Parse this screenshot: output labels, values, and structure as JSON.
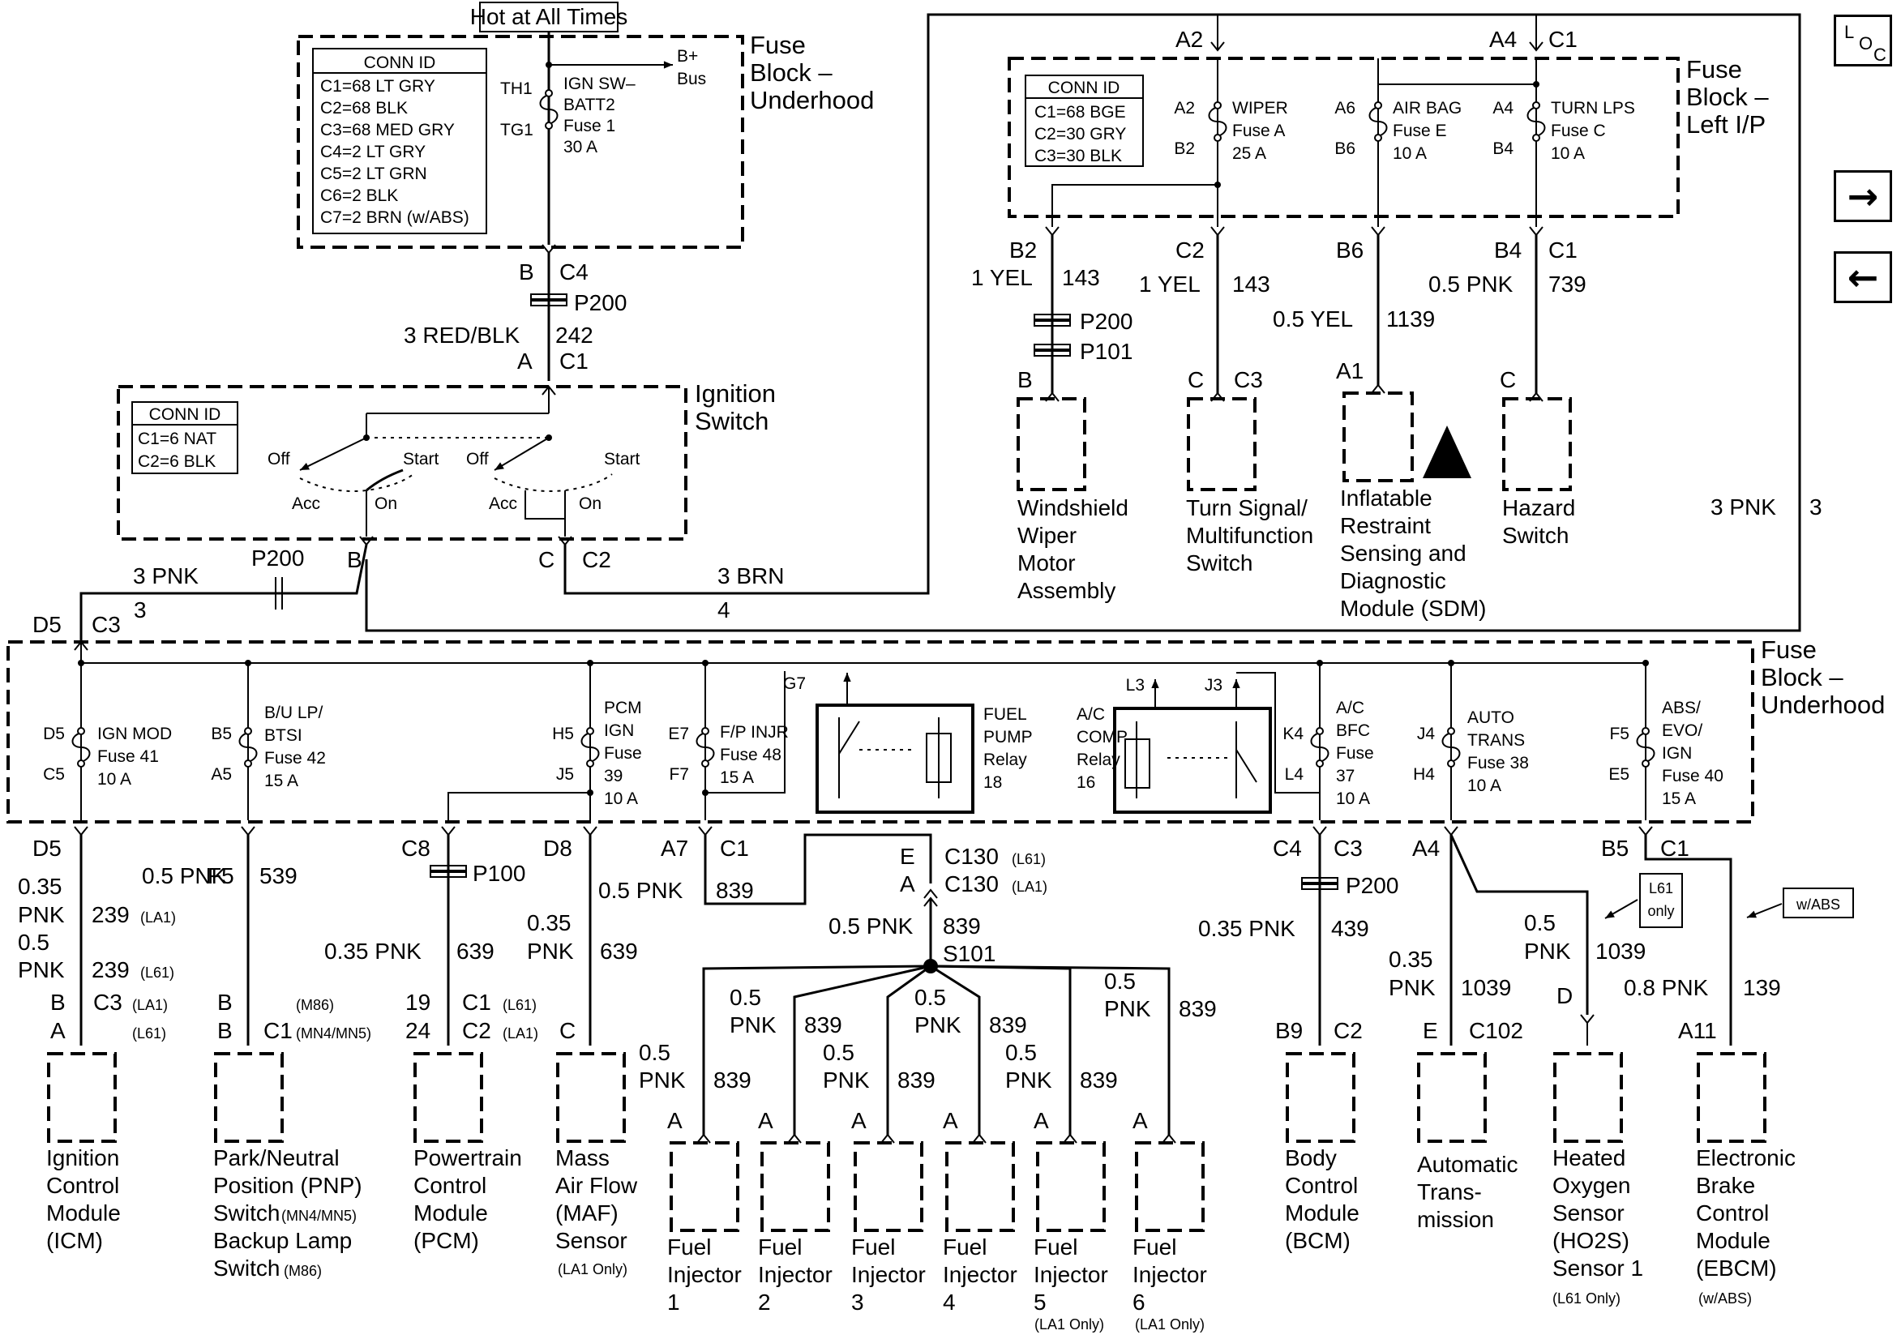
{
  "header": {
    "hot_label": "Hot at All Times"
  },
  "fuse_block_underhood_top": {
    "title_lines": [
      "Fuse",
      "Block –",
      "Underhood"
    ],
    "conn_title": "CONN ID",
    "conn_lines": [
      "C1=68 LT GRY",
      "C2=68 BLK",
      "C3=68 MED GRY",
      "C4=2 LT GRY",
      "C5=2 LT GRN",
      "C6=2 BLK",
      "C7=2 BRN (w/ABS)"
    ],
    "th1": "TH1",
    "tg1": "TG1",
    "fuse_lines": [
      "IGN SW–",
      "BATT2",
      "Fuse 1",
      "30 A"
    ],
    "bplus": [
      "B+",
      "Bus"
    ]
  },
  "top_wire": {
    "pin": "B",
    "conn": "C4",
    "splice": "P200",
    "color": "3 RED/BLK",
    "circuit": "242",
    "pin2": "A",
    "conn2": "C1"
  },
  "ignition_switch": {
    "title_lines": [
      "Ignition",
      "Switch"
    ],
    "conn_title": "CONN ID",
    "conn_lines": [
      "C1=6 NAT",
      "C2=6 BLK"
    ],
    "off": "Off",
    "start": "Start",
    "acc": "Acc",
    "on": "On"
  },
  "ign_outputs": {
    "left_color": "3 PNK",
    "left_circuit": "3",
    "splice": "P200",
    "pin_b": "B",
    "pin_c": "C",
    "conn_c2": "C2",
    "brn_color": "3 BRN",
    "brn_circuit": "4",
    "d5": "D5",
    "c3": "C3",
    "right_color": "3 PNK",
    "right_circuit": "3"
  },
  "fuse_block_left_ip": {
    "title_lines": [
      "Fuse",
      "Block –",
      "Left I/P"
    ],
    "conn_title": "CONN ID",
    "conn_lines": [
      "C1=68 BGE",
      "C2=30 GRY",
      "C3=30 BLK"
    ],
    "a2_top": "A2",
    "a4_top": "A4",
    "c1_top": "C1",
    "fuses": [
      {
        "top_pin": "A2",
        "bot_pin": "B2",
        "lines": [
          "WIPER",
          "Fuse A",
          "25 A"
        ]
      },
      {
        "top_pin": "A6",
        "bot_pin": "B6",
        "lines": [
          "AIR BAG",
          "Fuse E",
          "10 A"
        ]
      },
      {
        "top_pin": "A4",
        "bot_pin": "B4",
        "lines": [
          "TURN LPS",
          "Fuse C",
          "10 A"
        ]
      }
    ]
  },
  "ip_outputs": [
    {
      "pin": "B2",
      "color": "1 YEL",
      "circuit": "143",
      "splices": [
        "P200",
        "P101"
      ],
      "dest_pin": "B",
      "dest_lines": [
        "Windshield",
        "Wiper",
        "Motor",
        "Assembly"
      ]
    },
    {
      "pin": "C2",
      "color": "1 YEL",
      "circuit": "143",
      "dest_pin": "C",
      "dest_conn": "C3",
      "dest_lines": [
        "Turn Signal/",
        "Multifunction",
        "Switch"
      ]
    },
    {
      "pin": "B6",
      "color": "0.5 YEL",
      "circuit": "1139",
      "dest_pin": "A1",
      "dest_lines": [
        "Inflatable",
        "Restraint",
        "Sensing and",
        "Diagnostic",
        "Module (SDM)"
      ]
    },
    {
      "pin": "B4",
      "conn": "C1",
      "color": "0.5 PNK",
      "circuit": "739",
      "dest_pin": "C",
      "dest_lines": [
        "Hazard",
        "Switch"
      ]
    }
  ],
  "fuse_block_underhood_bottom": {
    "title_lines": [
      "Fuse",
      "Block –",
      "Underhood"
    ],
    "fuses": [
      {
        "top": "D5",
        "bot": "C5",
        "lines": [
          "IGN MOD",
          "Fuse 41",
          "10 A"
        ]
      },
      {
        "top": "B5",
        "bot": "A5",
        "lines": [
          "B/U LP/",
          "BTSI",
          "Fuse 42",
          "15 A"
        ]
      },
      {
        "top": "H5",
        "bot": "J5",
        "lines": [
          "PCM",
          "IGN",
          "Fuse",
          "39",
          "10 A"
        ]
      },
      {
        "top": "E7",
        "bot": "F7",
        "lines": [
          "F/P INJR",
          "Fuse 48",
          "15 A"
        ]
      },
      {
        "top": "K4",
        "bot": "L4",
        "lines": [
          "A/C",
          "BFC",
          "Fuse",
          "37",
          "10 A"
        ]
      },
      {
        "top": "J4",
        "bot": "H4",
        "lines": [
          "AUTO",
          "TRANS",
          "Fuse 38",
          "10 A"
        ]
      },
      {
        "top": "F5",
        "bot": "E5",
        "lines": [
          "ABS/",
          "EVO/",
          "IGN",
          "Fuse 40",
          "15 A"
        ]
      }
    ],
    "fuel_relay": {
      "g7": "G7",
      "lines": [
        "FUEL",
        "PUMP",
        "Relay",
        "18"
      ]
    },
    "ac_relay": {
      "l3": "L3",
      "j3": "J3",
      "lines": [
        "A/C",
        "COMP",
        "Relay",
        "16"
      ]
    }
  },
  "bottom": {
    "icm": {
      "pin": "D5",
      "c1": "0.35",
      "c2": "PNK",
      "circ1": "239",
      "la1": "(LA1)",
      "c3": "0.5",
      "c4": "PNK",
      "circ2": "239",
      "l61": "(L61)",
      "pb": "B",
      "pa": "A",
      "conn": "C3",
      "conn_note1": "(LA1)",
      "conn_note2": "(L61)",
      "lines": [
        "Ignition",
        "Control",
        "Module",
        "(ICM)"
      ]
    },
    "pnp": {
      "pin": "F5",
      "color": "0.5 PNK",
      "circuit": "539",
      "pb1": "B",
      "pb2": "B",
      "m86": "(M86)",
      "conn": "C1",
      "mn": "(MN4/MN5)",
      "lines": [
        "Park/Neutral",
        "Position (PNP)",
        "Switch",
        "Backup Lamp",
        "Switch"
      ],
      "note_mn": "(MN4/MN5)",
      "note_m86": "(M86)"
    },
    "pcm": {
      "pin": "C8",
      "splice": "P100",
      "color": "0.35 PNK",
      "circuit": "639",
      "p19": "19",
      "p24": "24",
      "c1": "C1",
      "c2": "C2",
      "l61": "(L61)",
      "la1": "(LA1)",
      "lines": [
        "Powertrain",
        "Control",
        "Module",
        "(PCM)"
      ]
    },
    "maf": {
      "pin": "D8",
      "c1": "0.35",
      "c2": "PNK",
      "circuit": "639",
      "dpin": "C",
      "lines": [
        "Mass",
        "Air Flow",
        "(MAF)",
        "Sensor"
      ],
      "note": "(LA1 Only)"
    },
    "inj_feed": {
      "pin": "A7",
      "conn": "C1",
      "color": "0.5 PNK",
      "circuit": "839",
      "e": "E",
      "a": "A",
      "c130a": "C130",
      "c130b": "C130",
      "l61": "(L61)",
      "la1": "(LA1)",
      "color2": "0.5 PNK",
      "circuit2": "839",
      "splice": "S101"
    },
    "injectors": [
      {
        "c1": "0.5",
        "c2": "PNK",
        "circuit": "839",
        "pin": "A",
        "lines": [
          "Fuel",
          "Injector",
          "1"
        ]
      },
      {
        "c1": "0.5",
        "c2": "PNK",
        "circuit": "839",
        "pin": "A",
        "lines": [
          "Fuel",
          "Injector",
          "2"
        ]
      },
      {
        "c1": "0.5",
        "c2": "PNK",
        "circuit": "839",
        "pin": "A",
        "lines": [
          "Fuel",
          "Injector",
          "3"
        ]
      },
      {
        "c1": "0.5",
        "c2": "PNK",
        "circuit": "839",
        "pin": "A",
        "lines": [
          "Fuel",
          "Injector",
          "4"
        ]
      },
      {
        "c1": "0.5",
        "c2": "PNK",
        "circuit": "839",
        "pin": "A",
        "lines": [
          "Fuel",
          "Injector",
          "5"
        ],
        "note": "(LA1 Only)"
      },
      {
        "c1": "0.5",
        "c2": "PNK",
        "circuit": "839",
        "pin": "A",
        "lines": [
          "Fuel",
          "Injector",
          "6"
        ],
        "note": "(LA1 Only)"
      }
    ],
    "bcm": {
      "pin": "C4",
      "conn": "C3",
      "splice": "P200",
      "color": "0.35 PNK",
      "circuit": "439",
      "dpin": "B9",
      "dconn": "C2",
      "lines": [
        "Body",
        "Control",
        "Module",
        "(BCM)"
      ]
    },
    "trans": {
      "pin": "A4",
      "c1": "0.35",
      "c2": "PNK",
      "circuit": "1039",
      "dpin": "E",
      "dconn": "C102",
      "lines": [
        "Automatic",
        "Trans-",
        "mission"
      ]
    },
    "ho2s": {
      "c1": "0.5",
      "c2": "PNK",
      "circuit": "1039",
      "dpin": "D",
      "badge": [
        "L61",
        "only"
      ],
      "lines": [
        "Heated",
        "Oxygen",
        "Sensor",
        "(HO2S)",
        "Sensor 1"
      ],
      "note": "(L61 Only)"
    },
    "ebcm": {
      "pin": "B5",
      "conn": "C1",
      "color": "0.8 PNK",
      "circuit": "139",
      "dpin": "A11",
      "badge": "w/ABS",
      "lines": [
        "Electronic",
        "Brake",
        "Control",
        "Module",
        "(EBCM)"
      ],
      "note": "(w/ABS)"
    }
  },
  "nav": {
    "loc": [
      "L",
      "O",
      "C"
    ],
    "next": "→",
    "prev": "←"
  }
}
